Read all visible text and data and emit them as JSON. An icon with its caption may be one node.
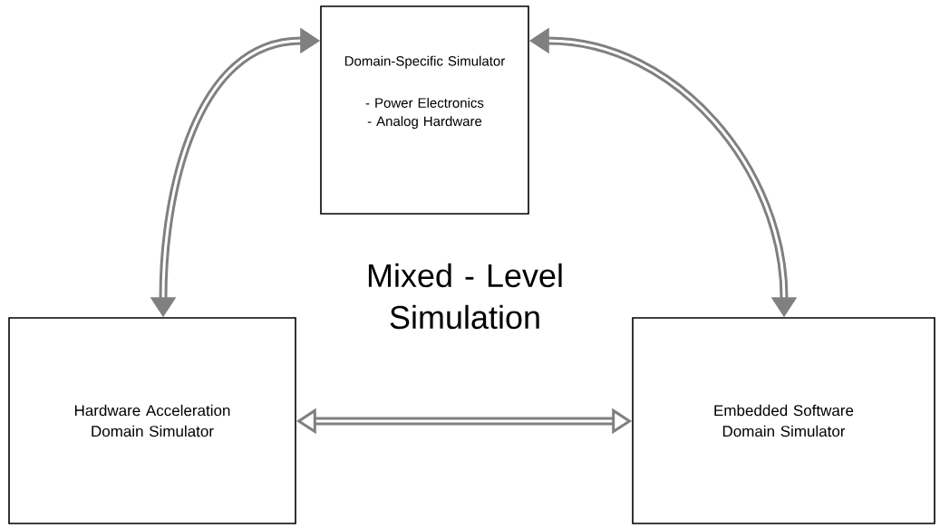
{
  "diagram": {
    "nodes": [
      {
        "text": [
          "Domain-Specific Simulator",
          "- Power Electronics",
          "- Analog Hardware"
        ]
      },
      {
        "text": [
          "Hardware Acceleration Domain Simulator"
        ]
      },
      {
        "text": [
          "Embedded Software Domain Simulator"
        ]
      }
    ],
    "edges": [
      {
        "from": 0,
        "to": 1,
        "arrow": "both"
      },
      {
        "from": 0,
        "to": 2,
        "arrow": "both"
      },
      {
        "from": 1,
        "to": 2,
        "arrow": "both"
      }
    ],
    "labels": [
      "Mixed - Level Simulation"
    ]
  }
}
